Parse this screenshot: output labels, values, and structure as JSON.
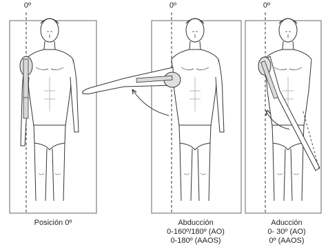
{
  "figures": [
    {
      "id": "neutral",
      "angle_label": "0º",
      "caption": [
        "Posición 0º"
      ]
    },
    {
      "id": "abduction",
      "angle_label": "0º",
      "caption": [
        "Abducción",
        "0-160º/180º (AO)",
        "0-180º (AAOS)"
      ]
    },
    {
      "id": "adduction",
      "angle_label": "0º",
      "caption": [
        "Aducción",
        "0- 30º (AO)",
        "0º (AAOS)"
      ]
    }
  ],
  "colors": {
    "line": "#333333",
    "frame": "#555555",
    "skin": "#ffffff",
    "shade": "#d9d9d9"
  }
}
